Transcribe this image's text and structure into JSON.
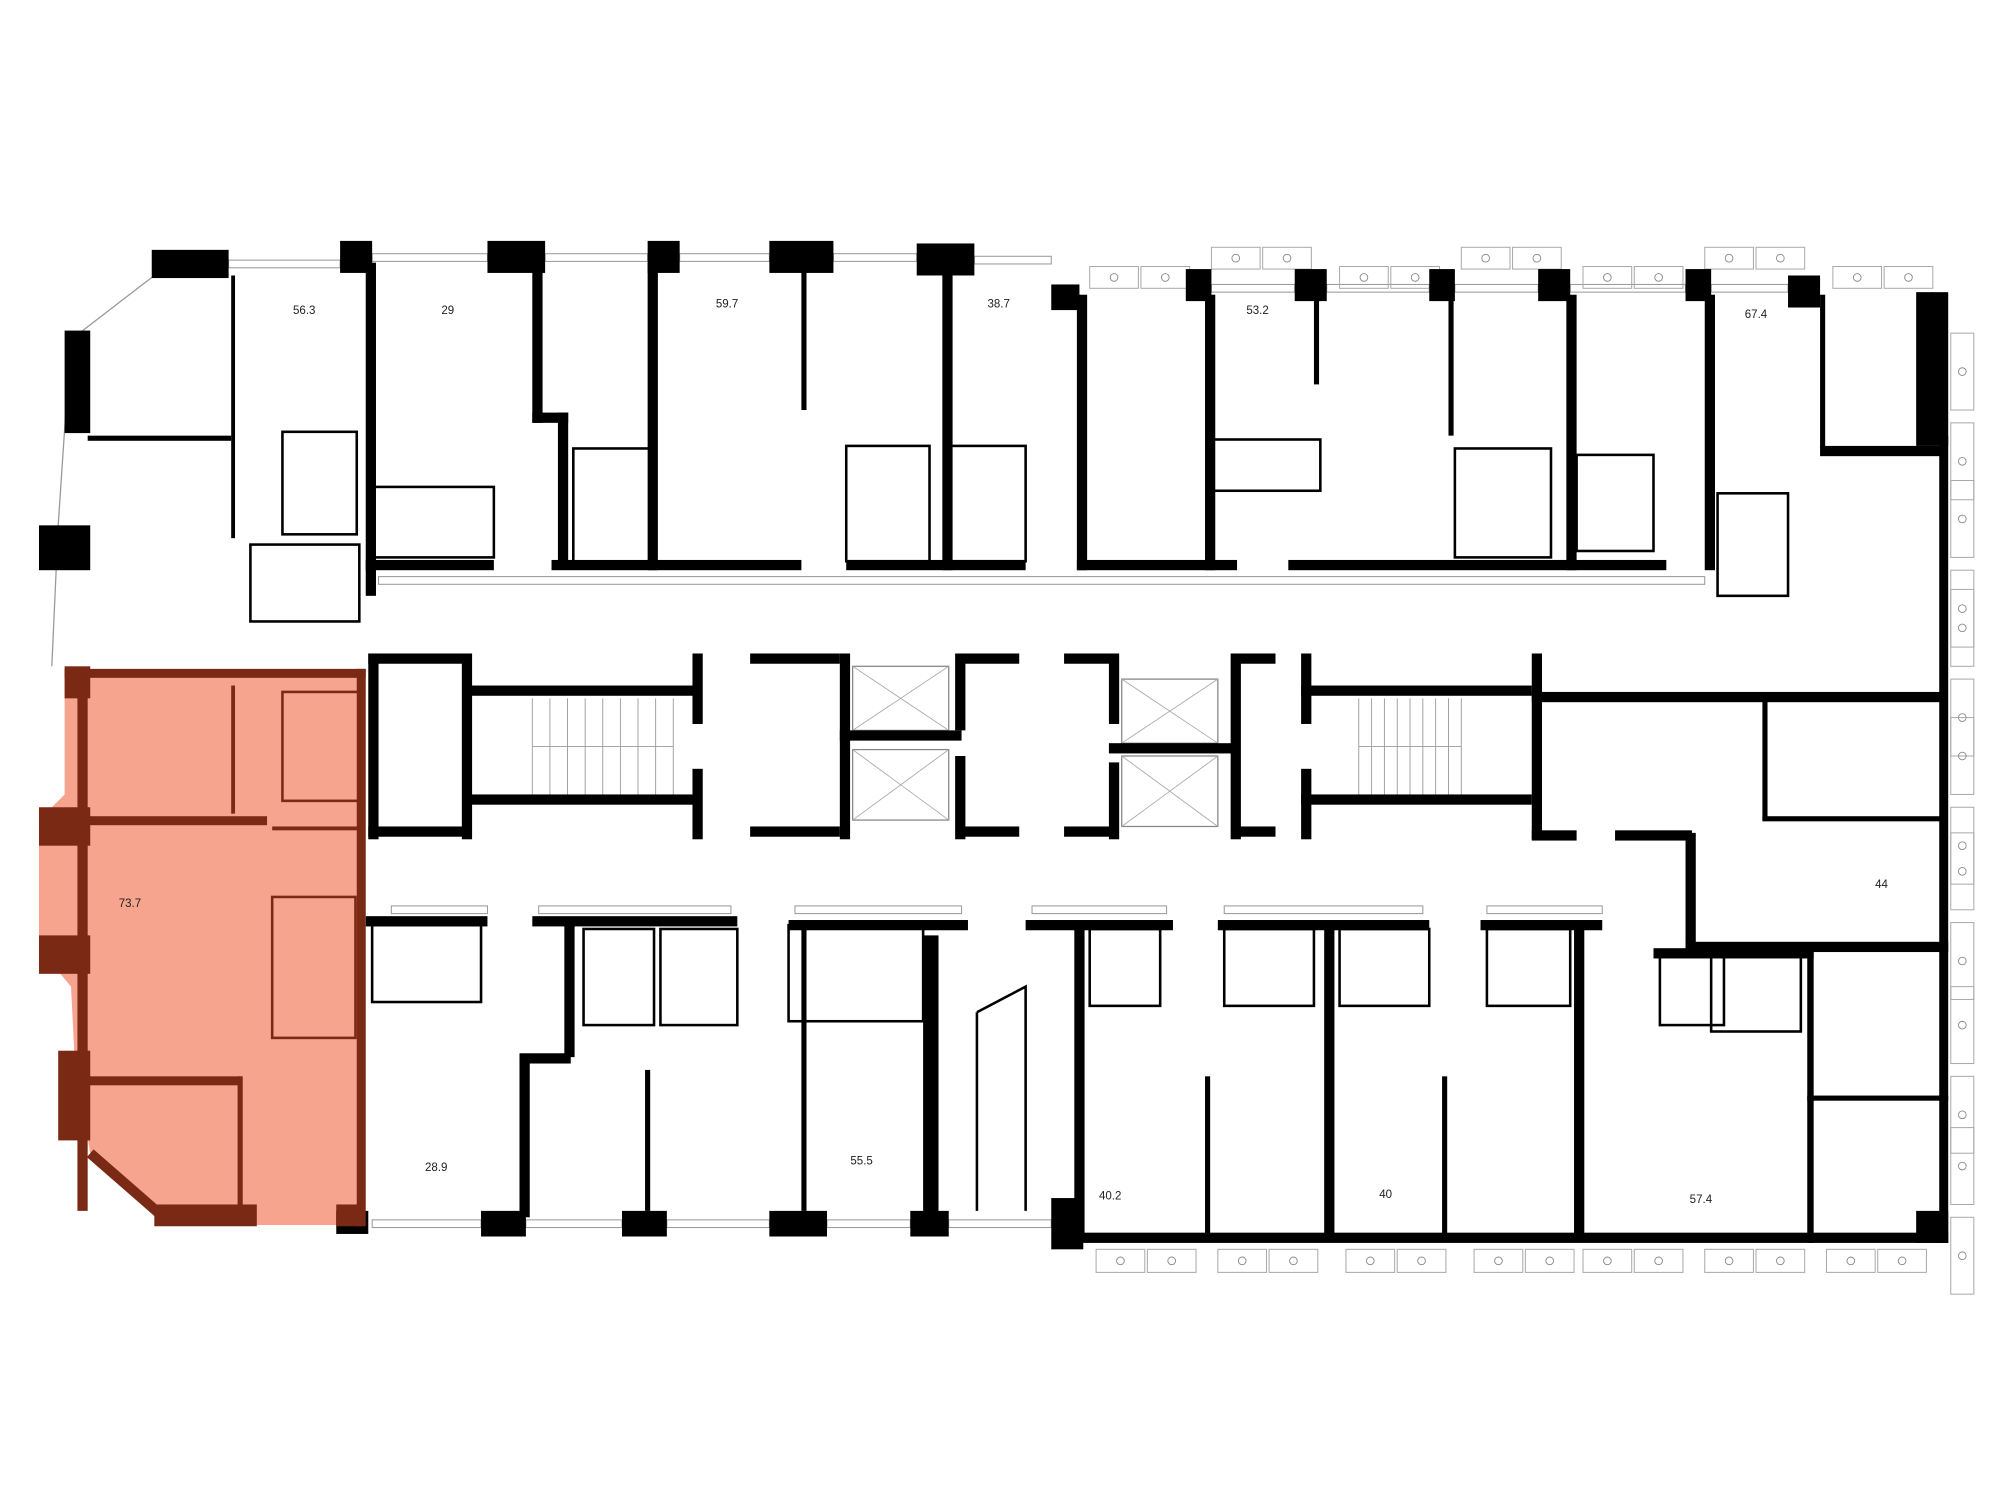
{
  "plan": {
    "highlight_fill": "#F7A48E",
    "highlight_wall": "#7A2914",
    "wall_color": "#000000",
    "selected_apartment": "73.7"
  },
  "apartments": [
    {
      "area": "56.3"
    },
    {
      "area": "29"
    },
    {
      "area": "59.7"
    },
    {
      "area": "38.7"
    },
    {
      "area": "53.2"
    },
    {
      "area": "67.4"
    },
    {
      "area": "73.7"
    },
    {
      "area": "28.9"
    },
    {
      "area": "55.5"
    },
    {
      "area": "40.2"
    },
    {
      "area": "40"
    },
    {
      "area": "57.4"
    },
    {
      "area": "44"
    }
  ]
}
